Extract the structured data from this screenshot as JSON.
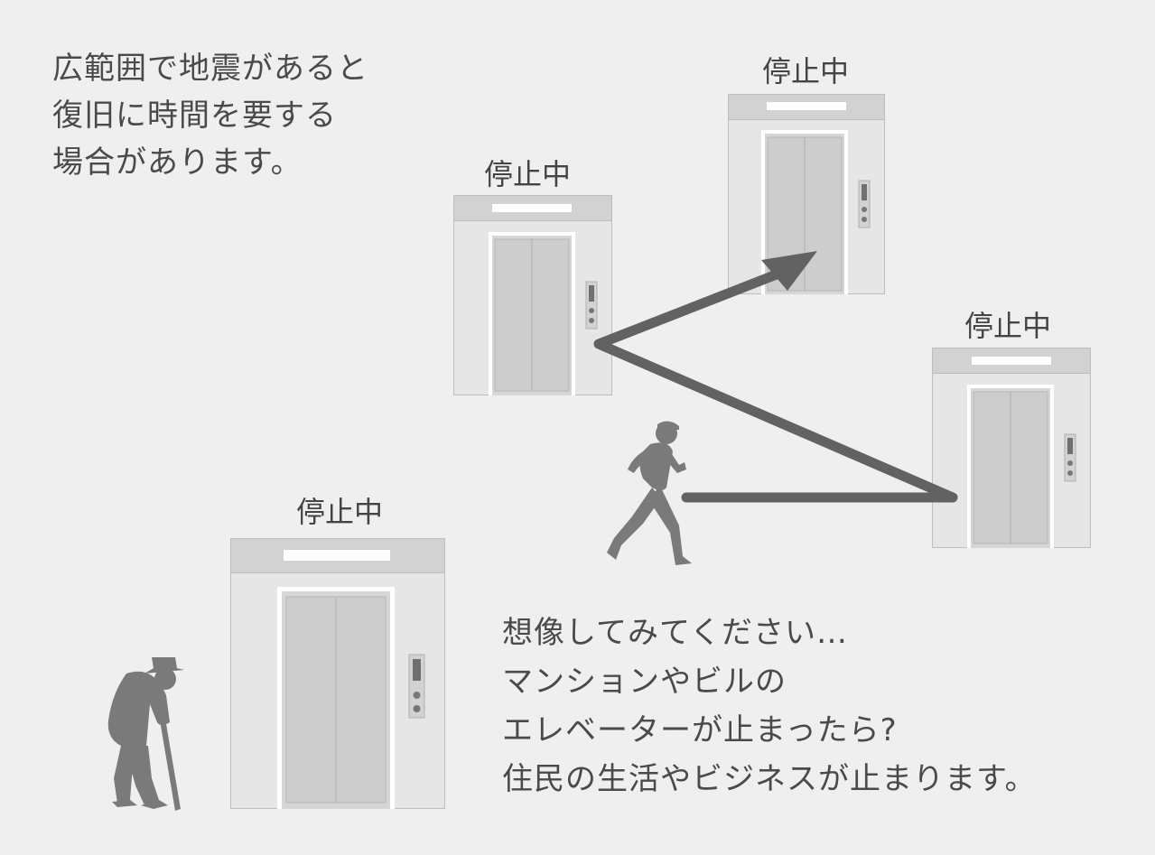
{
  "intro": {
    "lines": [
      "広範囲で地震があると",
      "復旧に時間を要する",
      "場合があります。"
    ]
  },
  "imagine": {
    "lines": [
      "想像してみてください…",
      "マンションやビルの",
      "エレベーターが止まったら?",
      "住民の生活やビジネスが止まります。"
    ]
  },
  "elevators": {
    "front": {
      "status": "停止中"
    },
    "middle": {
      "status": "停止中"
    },
    "top_right": {
      "status": "停止中"
    },
    "right": {
      "status": "停止中"
    }
  },
  "colors": {
    "background": "#efefef",
    "text": "#4a4a4a",
    "silhouette": "#7a7a7a",
    "arrow": "#626262",
    "elevator_frame": "#e4e4e4",
    "elevator_header": "#d0d0d0",
    "elevator_door": "#cdcdcd"
  },
  "icons": [
    "elderly-person-with-cane-icon",
    "running-person-icon",
    "path-arrow-icon"
  ]
}
